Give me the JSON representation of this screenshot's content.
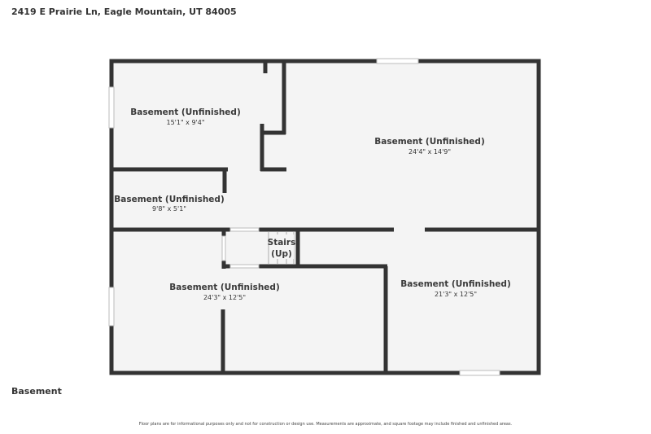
{
  "address": "2419 E Prairie Ln, Eagle Mountain, UT 84005",
  "floor_name": "Basement",
  "disclaimer": "Floor plans are for informational purposes only and not for construction or design use. Measurements are approximate, and square footage may include finished and unfinished areas.",
  "colors": {
    "wall": "#333333",
    "floor": "#f4f4f4"
  },
  "rooms": [
    {
      "name": "Basement (Unfinished)",
      "dimensions": "15'1\" x 9'4\""
    },
    {
      "name": "Basement (Unfinished)",
      "dimensions": "24'4\" x 14'9\""
    },
    {
      "name": "Basement (Unfinished)",
      "dimensions": "9'8\" x 5'1\""
    },
    {
      "name": "Stairs",
      "dimensions": "(Up)"
    },
    {
      "name": "Basement (Unfinished)",
      "dimensions": "24'3\" x 12'5\""
    },
    {
      "name": "Basement (Unfinished)",
      "dimensions": "21'3\" x 12'5\""
    }
  ]
}
